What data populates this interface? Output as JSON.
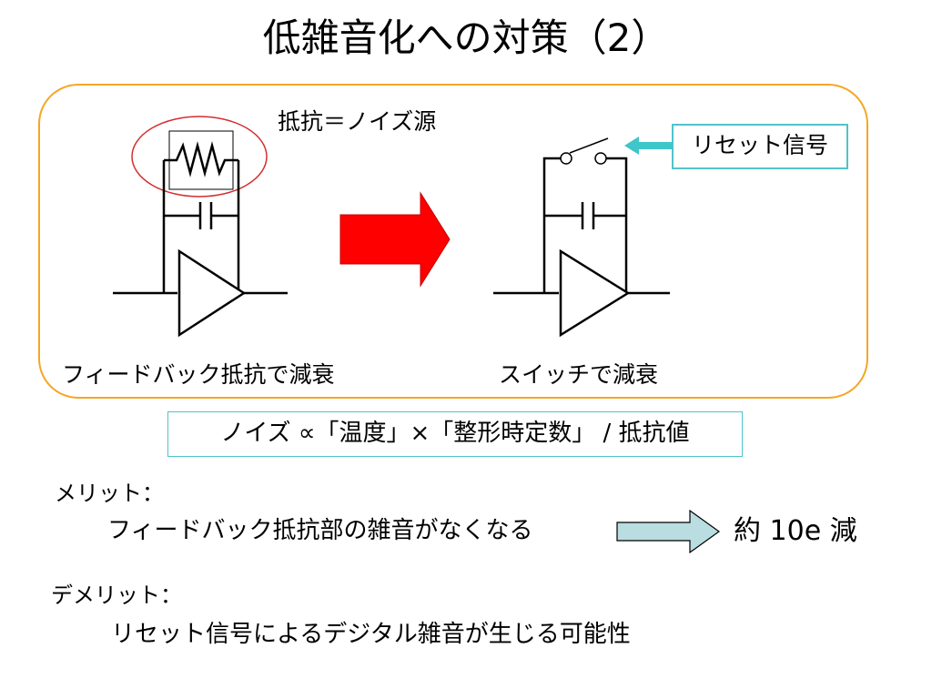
{
  "title": "低雑音化への対策（2）",
  "diagram": {
    "resistor_label": "抵抗＝ノイズ源",
    "reset_signal_label": "リセット信号",
    "left_caption": "フィードバック抵抗で減衰",
    "right_caption": "スイッチで減衰"
  },
  "formula": "ノイズ ∝「温度」×「整形時定数」 / 抵抗値",
  "merit": {
    "heading": "メリット：",
    "text": "フィードバック抵抗部の雑音がなくなる",
    "result": "約 10e 減"
  },
  "demerit": {
    "heading": "デメリット：",
    "text": "リセット信号によるデジタル雑音が生じる可能性"
  },
  "colors": {
    "box_border": "#f5a623",
    "big_arrow": "#ff0000",
    "reset_arrow": "#3ec6c9",
    "highlight_circle": "#d32f2f",
    "merit_arrow_fill": "#b9dde0"
  }
}
